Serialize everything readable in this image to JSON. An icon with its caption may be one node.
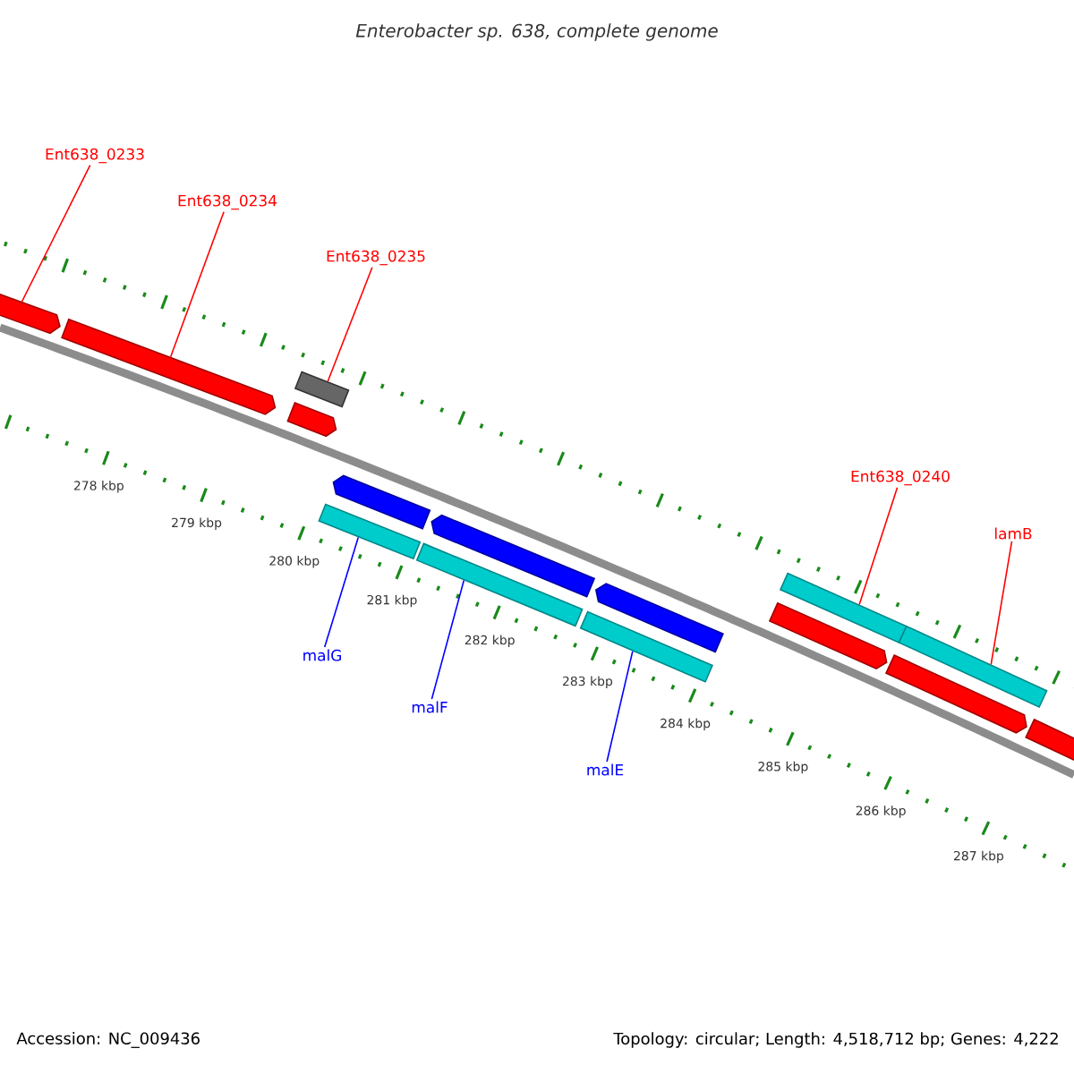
{
  "diagram": {
    "title": "Enterobacter sp. 638, complete genome",
    "nodes": [
      {
        "text": [
          "Ent638_0233"
        ]
      },
      {
        "text": [
          "Ent638_0234"
        ]
      },
      {
        "text": [
          "Ent638_0235"
        ]
      },
      {
        "text": [
          "Ent638_0240"
        ]
      },
      {
        "text": [
          "lamB"
        ]
      },
      {
        "text": [
          "malG"
        ]
      },
      {
        "text": [
          "malF"
        ]
      },
      {
        "text": [
          "malE"
        ]
      },
      {
        "text": [],
        "shape": "arrow"
      },
      {
        "text": [],
        "shape": "arrow"
      },
      {
        "text": [],
        "shape": "box"
      },
      {
        "text": [],
        "shape": "arrow"
      },
      {
        "text": [],
        "shape": "box"
      },
      {
        "text": [],
        "shape": "arrow"
      },
      {
        "text": [],
        "shape": "box"
      },
      {
        "text": [],
        "shape": "arrow"
      },
      {
        "text": [],
        "shape": "box"
      },
      {
        "text": [],
        "shape": "arrow"
      },
      {
        "text": [],
        "shape": "arrow"
      },
      {
        "text": [],
        "shape": "box"
      },
      {
        "text": [],
        "shape": "arrow"
      },
      {
        "text": [],
        "shape": "box"
      },
      {
        "text": [],
        "shape": "arrow"
      }
    ],
    "edges": [
      {
        "from": 0,
        "to": 8,
        "arrow": "none"
      },
      {
        "from": 1,
        "to": 9,
        "arrow": "none"
      },
      {
        "from": 2,
        "to": 10,
        "arrow": "none"
      },
      {
        "from": 3,
        "to": 19,
        "arrow": "none"
      },
      {
        "from": 4,
        "to": 21,
        "arrow": "none"
      },
      {
        "from": 5,
        "to": 12,
        "arrow": "none",
        "color": "#0000ff"
      },
      {
        "from": 6,
        "to": 14,
        "arrow": "none",
        "color": "#0000ff"
      },
      {
        "from": 7,
        "to": 16,
        "arrow": "none",
        "color": "#0000ff"
      }
    ],
    "labels": [
      "278 kbp",
      "279 kbp",
      "280 kbp",
      "281 kbp",
      "282 kbp",
      "283 kbp",
      "284 kbp",
      "285 kbp",
      "286 kbp",
      "287 kbp",
      "Accession: NC_009436",
      "Topology: circular; Length: 4,518,712 bp; Genes: 4,222"
    ]
  }
}
